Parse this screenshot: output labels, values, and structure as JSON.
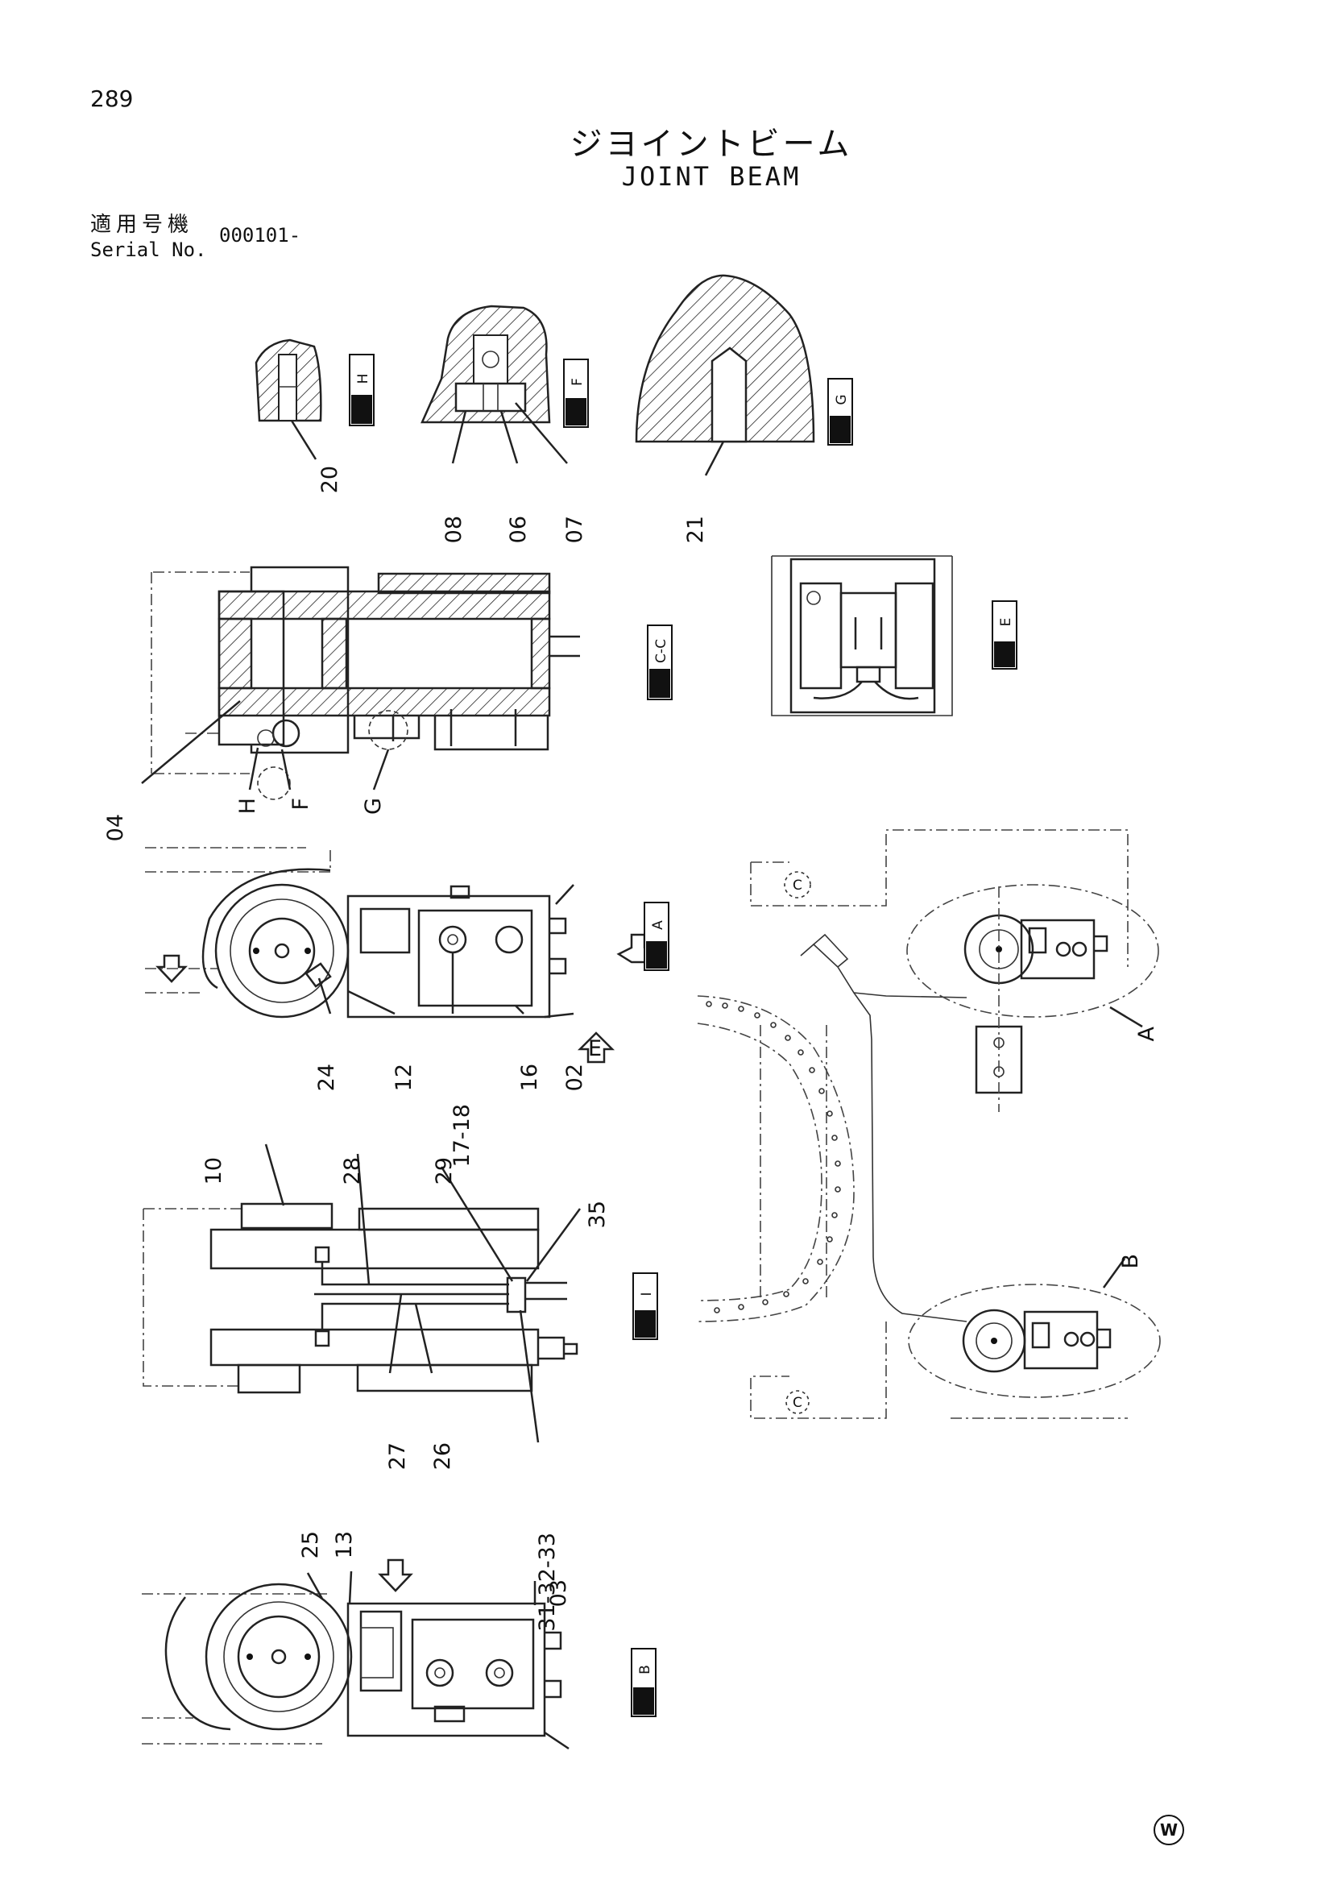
{
  "page_number": "289",
  "title_jp": "ジヨイントビーム",
  "title_en": "JOINT BEAM",
  "serial_label_jp": "適用号機",
  "serial_label_en": "Serial No.",
  "serial_value": "000101-",
  "view_tags": {
    "detail_h": "H",
    "detail_f": "F",
    "detail_g": "G",
    "section_cc": "C-C",
    "view_e": "E",
    "detail_a": "A",
    "view_i": "I",
    "detail_b": "B"
  },
  "part_callouts": [
    "20",
    "08",
    "06",
    "07",
    "21",
    "04",
    "24",
    "12",
    "17-18",
    "16",
    "02",
    "10",
    "28",
    "29",
    "35",
    "27",
    "26",
    "31-32-33",
    "25",
    "13",
    "03"
  ],
  "reference_letters": [
    "H",
    "F",
    "G",
    "C",
    "E",
    "A",
    "B"
  ],
  "logo": "W"
}
